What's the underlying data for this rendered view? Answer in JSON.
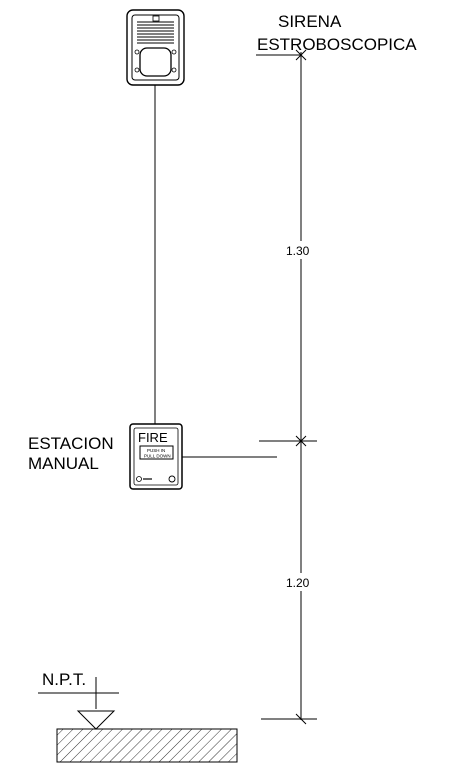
{
  "labels": {
    "strobe_line1": "SIRENA",
    "strobe_line2": "ESTROBOSCOPICA",
    "station_line1": "ESTACION",
    "station_line2": "MANUAL",
    "floor_level": "N.P.T."
  },
  "dimensions": {
    "upper": "1.30",
    "lower": "1.20"
  },
  "device": {
    "fire_text": "FIRE",
    "push_text_1": "PUSH IN",
    "push_text_2": "PULL DOWN"
  }
}
